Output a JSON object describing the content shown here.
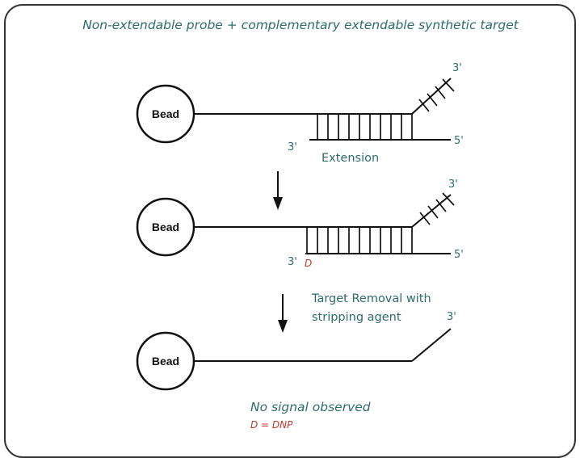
{
  "title": "Non-extendable probe + complementary extendable synthetic target",
  "bead_label": "Bead",
  "labels": {
    "three_prime": "3'",
    "five_prime": "5'",
    "extension": "Extension",
    "dnp_marker": "D",
    "removal_line1": "Target Removal with",
    "removal_line2": "stripping agent",
    "no_signal": "No signal observed",
    "legend": "D = DNP"
  },
  "colors": {
    "text_teal": "#2e6b6b",
    "dnp_red": "#c0392b",
    "line": "#111111",
    "frame": "#333333"
  }
}
